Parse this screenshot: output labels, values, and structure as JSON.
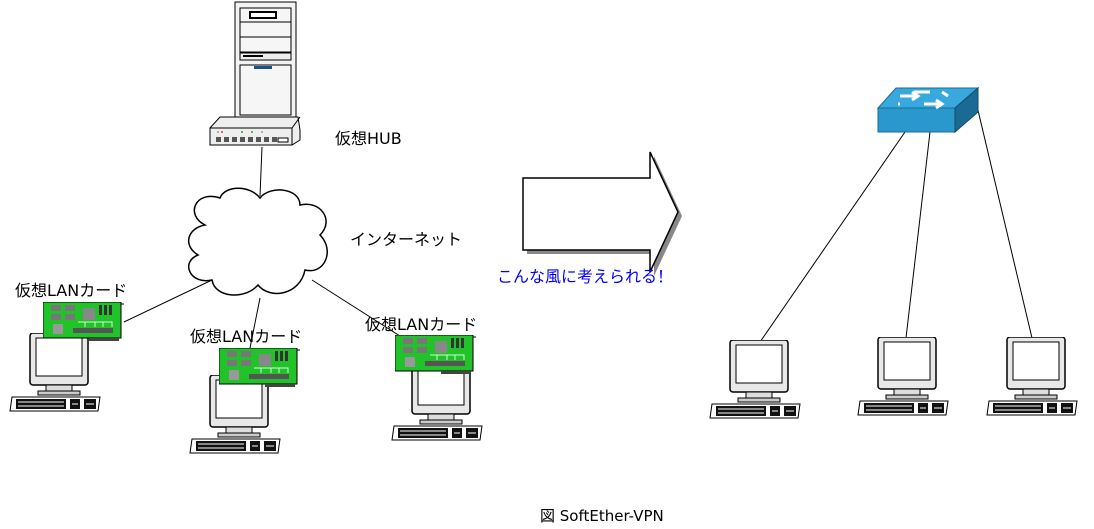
{
  "labels": {
    "virtual_hub": "仮想HUB",
    "internet": "インターネット",
    "virtual_lan_card_1": "仮想LANカード",
    "virtual_lan_card_2": "仮想LANカード",
    "virtual_lan_card_3": "仮想LANカード",
    "equivalent": "こんな風に考えられる！"
  },
  "caption": "図 SoftEther-VPN",
  "colors": {
    "equivalent_text": "#0000ff",
    "lan_card": "#22c22a",
    "switch": "#2a9ad2"
  }
}
